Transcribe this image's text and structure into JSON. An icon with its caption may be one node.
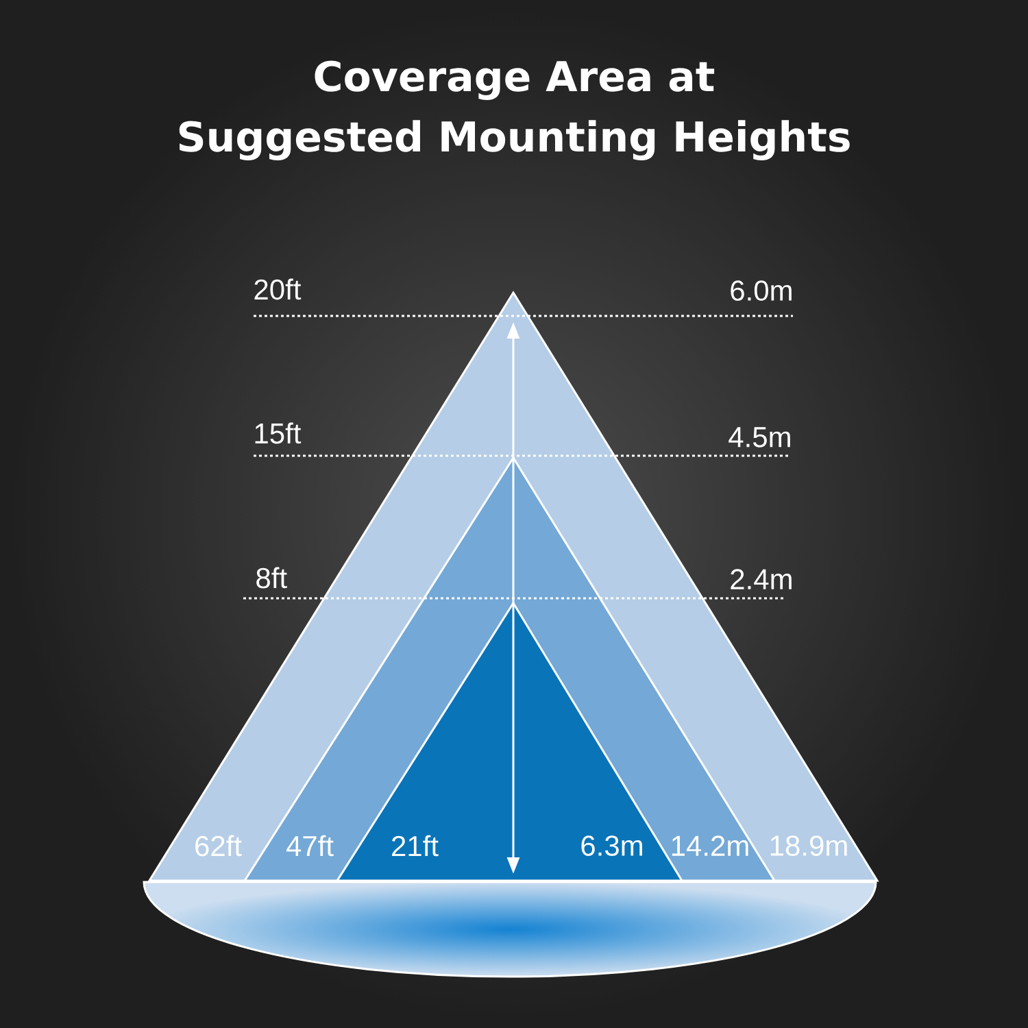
{
  "diagram": {
    "title": "Coverage Area at Suggested Mounting Heights",
    "labels": [
      "20ft",
      "6.0m",
      "15ft",
      "4.5m",
      "8ft",
      "2.4m",
      "62ft",
      "47ft",
      "21ft",
      "6.3m",
      "14.2m",
      "18.9m"
    ]
  }
}
